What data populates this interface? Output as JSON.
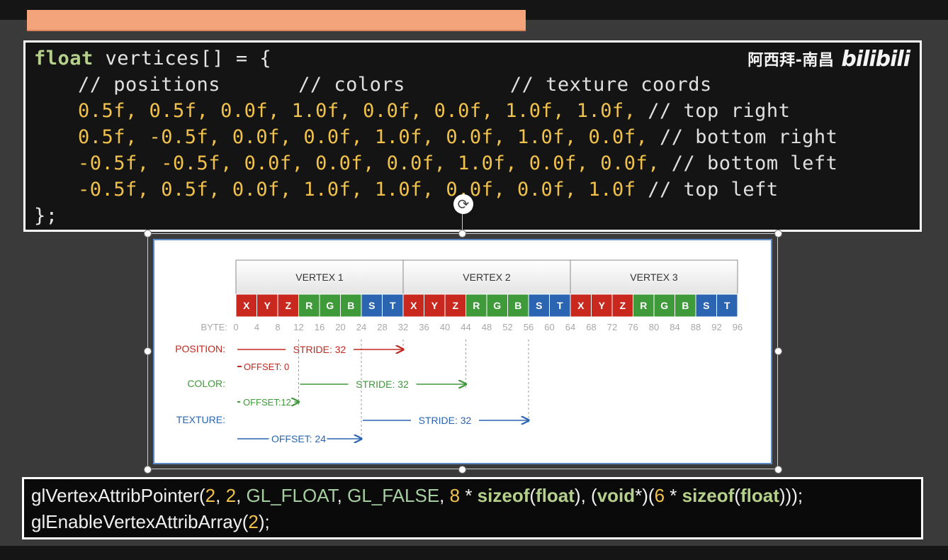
{
  "code_block": {
    "declaration": {
      "type": "float",
      "rest": " vertices[] = {"
    },
    "comment_header": {
      "c1": "// positions",
      "c2": "// colors",
      "c3": "// texture coords"
    },
    "rows": [
      {
        "values": "0.5f, 0.5f, 0.0f, 1.0f, 0.0f, 0.0f, 1.0f, 1.0f,",
        "comment": "// top right"
      },
      {
        "values": "0.5f, -0.5f, 0.0f, 0.0f, 1.0f, 0.0f, 1.0f, 0.0f,",
        "comment": "// bottom right"
      },
      {
        "values": "-0.5f, -0.5f, 0.0f, 0.0f, 0.0f, 1.0f, 0.0f, 0.0f,",
        "comment": "// bottom left"
      },
      {
        "values": "-0.5f, 0.5f, 0.0f, 1.0f, 1.0f, 0.0f, 0.0f, 1.0f",
        "comment": "// top left"
      }
    ],
    "closing": "};"
  },
  "watermark": {
    "author": "阿西拜-南昌",
    "logo": "bilibili"
  },
  "diagram": {
    "vertices": [
      "VERTEX 1",
      "VERTEX 2",
      "VERTEX 3"
    ],
    "cells": [
      "X",
      "Y",
      "Z",
      "R",
      "G",
      "B",
      "S",
      "T"
    ],
    "cell_colors": {
      "X": "#c8281e",
      "Y": "#c8281e",
      "Z": "#c8281e",
      "R": "#3f9a3a",
      "G": "#3f9a3a",
      "B": "#3f9a3a",
      "S": "#2b64b0",
      "T": "#2b64b0"
    },
    "byte_label": "BYTE:",
    "bytes": [
      "0",
      "4",
      "8",
      "12",
      "16",
      "20",
      "24",
      "28",
      "32",
      "36",
      "40",
      "44",
      "48",
      "52",
      "56",
      "60",
      "64",
      "68",
      "72",
      "76",
      "80",
      "84",
      "88",
      "92",
      "96"
    ],
    "attributes": [
      {
        "name": "POSITION:",
        "stride": "STRIDE: 32",
        "offset": "OFFSET: 0",
        "color": "#c0281e"
      },
      {
        "name": "COLOR:",
        "stride": "STRIDE: 32",
        "offset": "OFFSET:12",
        "color": "#3f9a3a"
      },
      {
        "name": "TEXTURE:",
        "stride": "STRIDE: 32",
        "offset": "OFFSET: 24",
        "color": "#2b64b0"
      }
    ]
  },
  "api_code": {
    "line1": {
      "fn": "glVertexAttribPointer(",
      "a1": "2",
      "sep1": ", ",
      "a2": "2",
      "sep2": ", ",
      "c1": "GL_FLOAT",
      "sep3": ", ",
      "c2": "GL_FALSE",
      "sep4": ", ",
      "n8": "8",
      "op1": " * ",
      "sz1": "sizeof",
      "p1": "(",
      "fl1": "float",
      "p2": "), (",
      "vd": "void",
      "p3": "*)(",
      "n6": "6",
      "op2": " * ",
      "sz2": "sizeof",
      "p4": "(",
      "fl2": "float",
      "p5": ")));"
    },
    "line2": {
      "fn": "glEnableVertexAttribArray(",
      "a": "2",
      "end": ");"
    }
  }
}
